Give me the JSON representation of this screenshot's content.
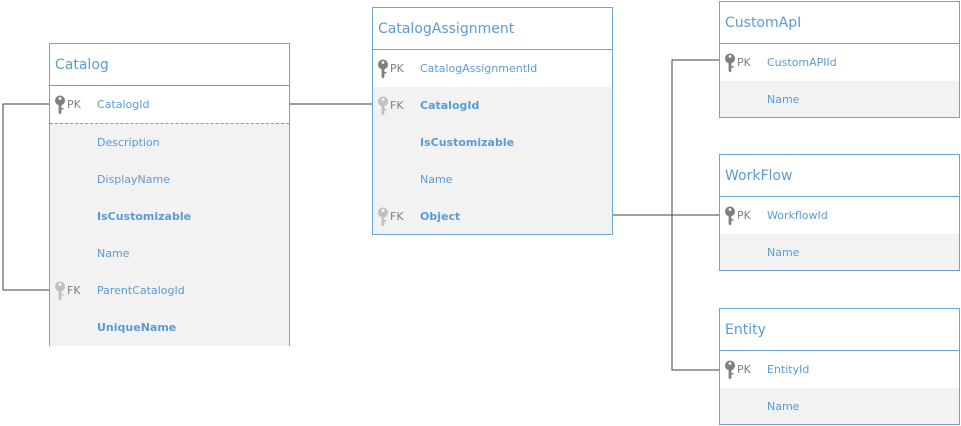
{
  "entities": {
    "catalog": {
      "title": "Catalog",
      "fields": [
        {
          "key": "PK",
          "name": "CatalogId",
          "bold": false
        },
        {
          "key": "",
          "name": "Description",
          "bold": false
        },
        {
          "key": "",
          "name": "DisplayName",
          "bold": false
        },
        {
          "key": "",
          "name": "IsCustomizable",
          "bold": true
        },
        {
          "key": "",
          "name": "Name",
          "bold": false
        },
        {
          "key": "FK",
          "name": "ParentCatalogId",
          "bold": false
        },
        {
          "key": "",
          "name": "UniqueName",
          "bold": true
        }
      ]
    },
    "catalog_assignment": {
      "title": "CatalogAssignment",
      "fields": [
        {
          "key": "PK",
          "name": "CatalogAssignmentId",
          "bold": false
        },
        {
          "key": "FK",
          "name": "CatalogId",
          "bold": true
        },
        {
          "key": "",
          "name": "IsCustomizable",
          "bold": true
        },
        {
          "key": "",
          "name": "Name",
          "bold": false
        },
        {
          "key": "FK",
          "name": "Object",
          "bold": true
        }
      ]
    },
    "custom_api": {
      "title": "CustomApI",
      "fields": [
        {
          "key": "PK",
          "name": "CustomAPIId",
          "bold": false
        },
        {
          "key": "",
          "name": "Name",
          "bold": false
        }
      ]
    },
    "workflow": {
      "title": "WorkFlow",
      "fields": [
        {
          "key": "PK",
          "name": "WorkflowId",
          "bold": false
        },
        {
          "key": "",
          "name": "Name",
          "bold": false
        }
      ]
    },
    "entity": {
      "title": "Entity",
      "fields": [
        {
          "key": "PK",
          "name": "EntityId",
          "bold": false
        },
        {
          "key": "",
          "name": "Name",
          "bold": false
        }
      ]
    }
  },
  "colors": {
    "border": "#6fa3d2",
    "text": "#5b9bd5",
    "key_label": "#7f7f7f",
    "pk_icon": "#7f7f7f",
    "fk_icon": "#c0c0c0",
    "connector": "#3f3f3f",
    "field_bg": "#f2f2f2"
  }
}
